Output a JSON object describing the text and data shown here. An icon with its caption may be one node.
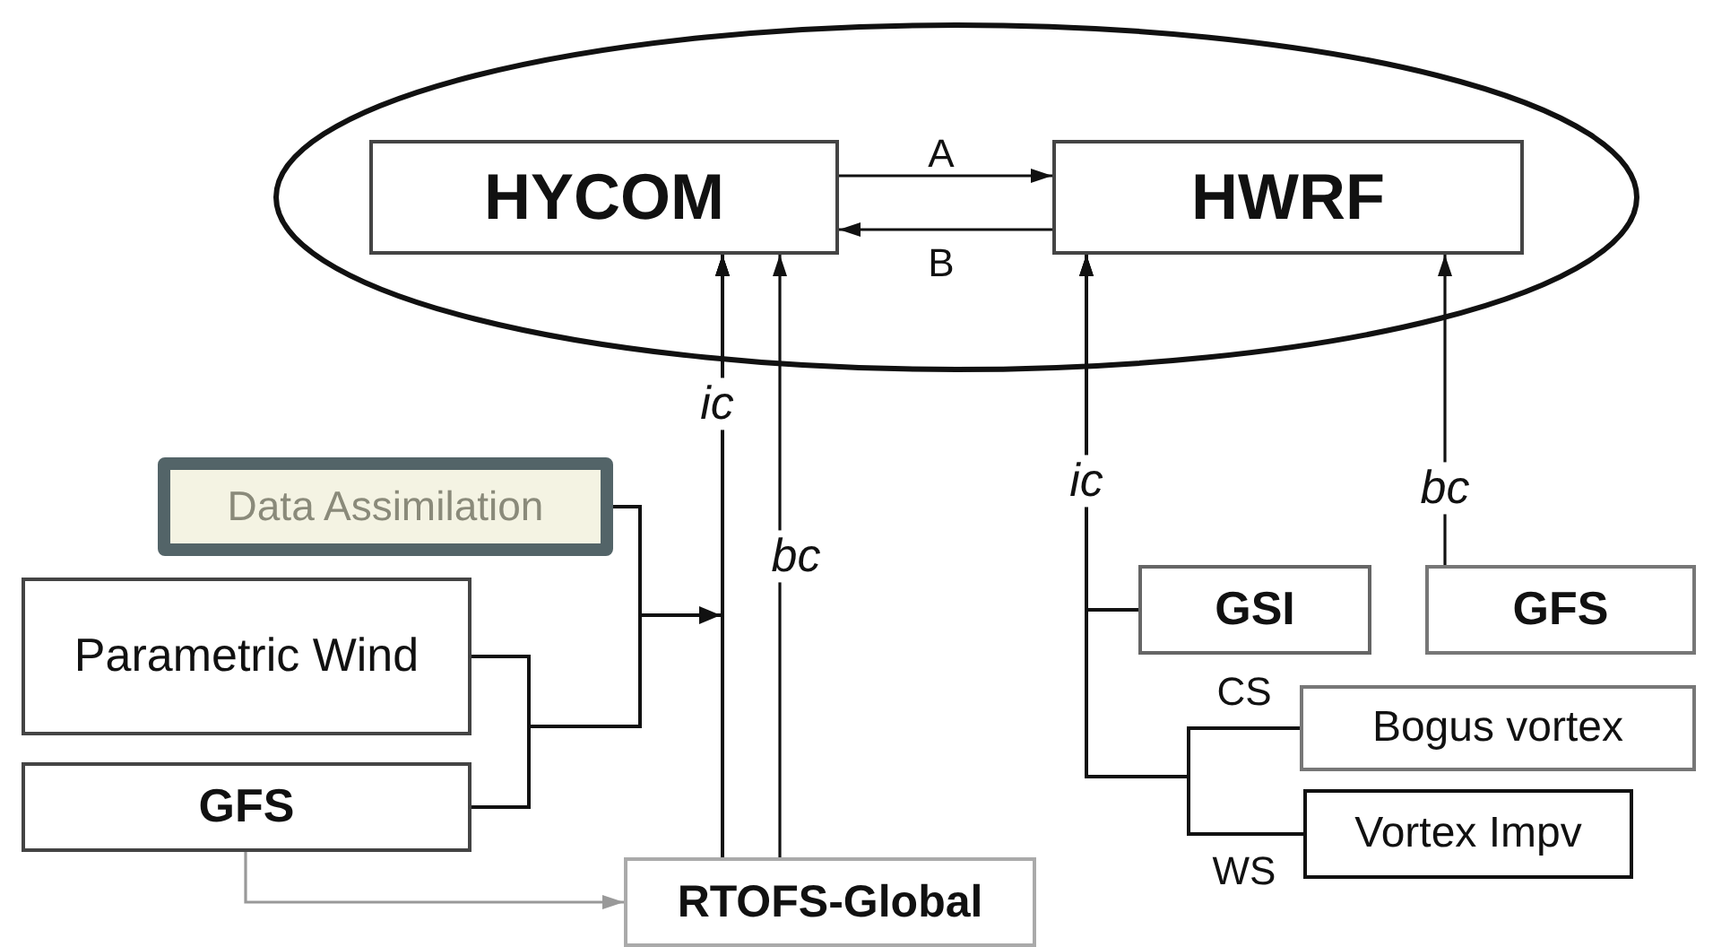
{
  "diagram": {
    "nodes": [
      {
        "text": [],
        "shape": "ellipse"
      },
      {
        "text": [
          "HYCOM"
        ],
        "in": 0
      },
      {
        "text": [
          "HWRF"
        ],
        "in": 0
      },
      {
        "text": [
          "Data Assimilation"
        ]
      },
      {
        "text": [
          "Parametric Wind"
        ]
      },
      {
        "text": [
          "GFS"
        ]
      },
      {
        "text": [
          "RTOFS-Global"
        ]
      },
      {
        "text": [
          "GSI"
        ]
      },
      {
        "text": [
          "GFS"
        ]
      },
      {
        "text": [
          "Bogus vortex"
        ]
      },
      {
        "text": [
          "Vortex Impv"
        ]
      }
    ],
    "edges": [
      {
        "from": 1,
        "to": 2,
        "arrow": "to",
        "label": "A"
      },
      {
        "from": 2,
        "to": 1,
        "arrow": "to",
        "label": "B"
      },
      {
        "from": 6,
        "to": 1,
        "arrow": "to",
        "label": "ic"
      },
      {
        "from": 6,
        "to": 1,
        "arrow": "to",
        "label": "bc"
      },
      {
        "from": 3,
        "to": 1,
        "arrow": "to"
      },
      {
        "from": 4,
        "to": 1,
        "arrow": "to"
      },
      {
        "from": 5,
        "to": 1,
        "arrow": "to"
      },
      {
        "from": 5,
        "to": 6,
        "arrow": "to",
        "color": "#999999"
      },
      {
        "from": 7,
        "to": 2,
        "arrow": "to",
        "label": "ic"
      },
      {
        "from": 9,
        "to": 2,
        "arrow": "to",
        "label": "CS"
      },
      {
        "from": 10,
        "to": 2,
        "arrow": "to",
        "label": "WS"
      },
      {
        "from": 8,
        "to": 2,
        "arrow": "to",
        "label": "bc"
      }
    ]
  }
}
